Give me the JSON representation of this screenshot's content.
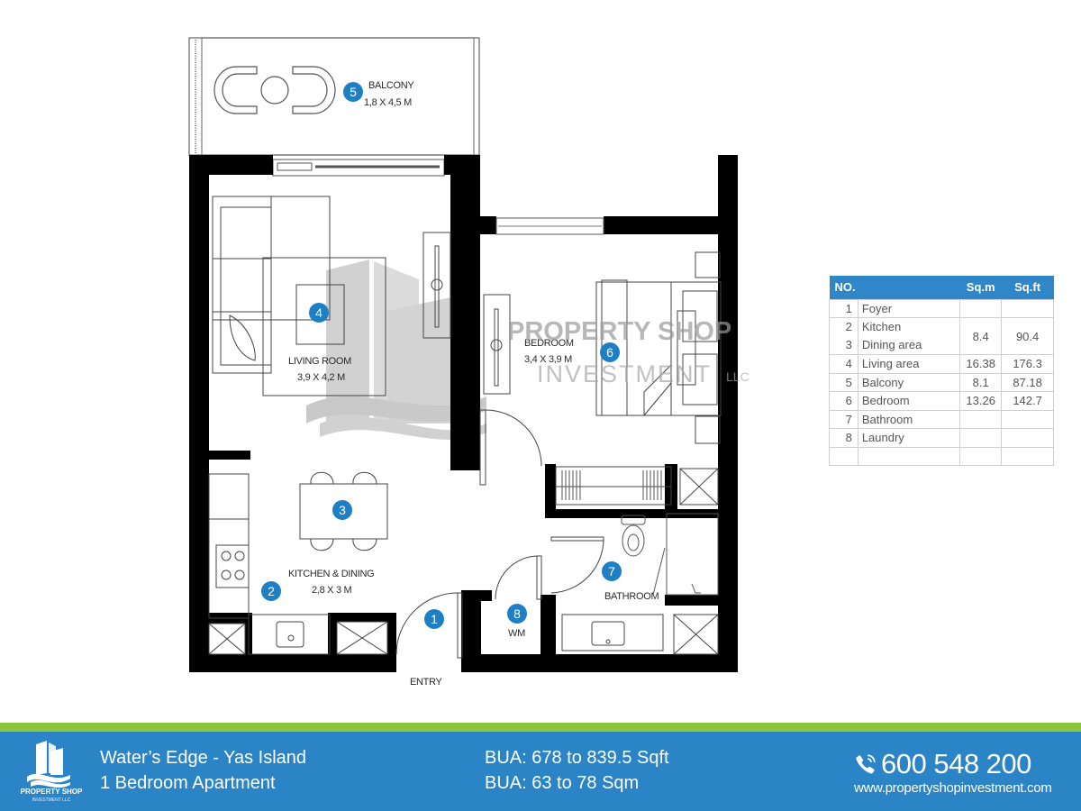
{
  "rooms": [
    {
      "no": "1",
      "label": "ENTRY",
      "dims": ""
    },
    {
      "no": "2",
      "label": "KITCHEN & DINING",
      "dims": "2,8 X 3 M"
    },
    {
      "no": "3",
      "label": "",
      "dims": ""
    },
    {
      "no": "4",
      "label": "LIVING ROOM",
      "dims": "3,9 X 4,2 M"
    },
    {
      "no": "5",
      "label": "BALCONY",
      "dims": "1,8 X 4,5 M"
    },
    {
      "no": "6",
      "label": "BEDROOM",
      "dims": "3,4 X 3,9 M"
    },
    {
      "no": "7",
      "label": "BATHROOM",
      "dims": ""
    },
    {
      "no": "8",
      "label": "WM",
      "dims": ""
    }
  ],
  "watermark": {
    "line1": "PROPERTY SHOP",
    "line2": "INVESTMENT",
    "suffix": "LLC"
  },
  "area_table": {
    "headers": {
      "no": "NO.",
      "sqm": "Sq.m",
      "sqft": "Sq.ft"
    },
    "rows": [
      {
        "no": "1",
        "name": "Foyer",
        "sqm": "",
        "sqft": ""
      },
      {
        "no": "2",
        "name": "Kitchen",
        "no2": "3",
        "name2": "Dining area",
        "sqm": "8.4",
        "sqft": "90.4"
      },
      {
        "no": "4",
        "name": "Living area",
        "sqm": "16.38",
        "sqft": "176.3"
      },
      {
        "no": "5",
        "name": "Balcony",
        "sqm": "8.1",
        "sqft": "87.18"
      },
      {
        "no": "6",
        "name": "Bedroom",
        "sqm": "13.26",
        "sqft": "142.7"
      },
      {
        "no": "7",
        "name": "Bathroom",
        "sqm": "",
        "sqft": ""
      },
      {
        "no": "8",
        "name": "Laundry",
        "sqm": "",
        "sqft": ""
      },
      {
        "no": "",
        "name": "",
        "sqm": "",
        "sqft": ""
      }
    ]
  },
  "footer": {
    "logo_line1": "PROPERTY SHOP",
    "logo_line2": "INVESTMENT LLC",
    "project": "Water’s Edge - Yas Island",
    "unit_type": "1 Bedroom Apartment",
    "bua_sqft": "BUA: 678 to 839.5 Sqft",
    "bua_sqm": "BUA: 63 to 78 Sqm",
    "phone": "600 548 200",
    "website": "www.propertyshopinvestment.com"
  },
  "colors": {
    "accent_blue": "#2a84c6",
    "badge_blue": "#1f7fc4",
    "stripe_green": "#8cc63f",
    "wall": "#000000"
  }
}
